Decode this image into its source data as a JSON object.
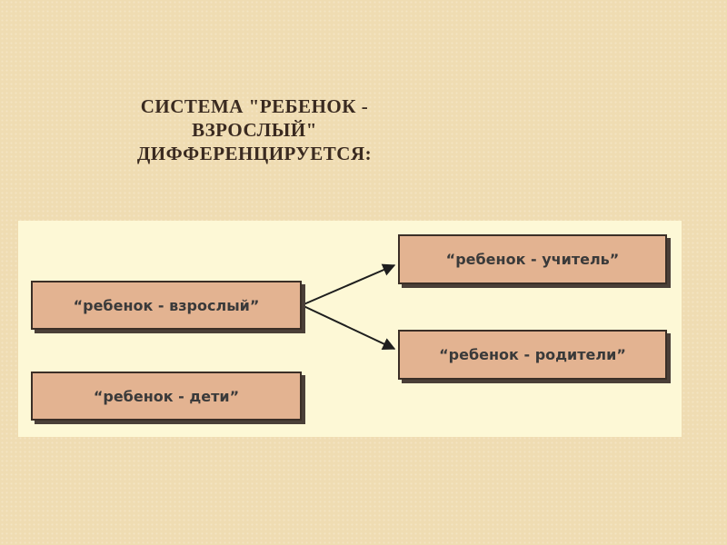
{
  "title": {
    "line1": "СИСТЕМА \"РЕБЕНОК -",
    "line2": "ВЗРОСЛЫЙ\"",
    "line3": "ДИФФЕРЕНЦИРУЕТСЯ:"
  },
  "diagram": {
    "nodes": {
      "adult": "“ребенок - взрослый”",
      "kids": "“ребенок - дети”",
      "teacher": "“ребенок - учитель”",
      "parents": "“ребенок - родители”"
    },
    "edges": [
      {
        "from": "adult",
        "to": "teacher"
      },
      {
        "from": "adult",
        "to": "parents"
      }
    ]
  }
}
